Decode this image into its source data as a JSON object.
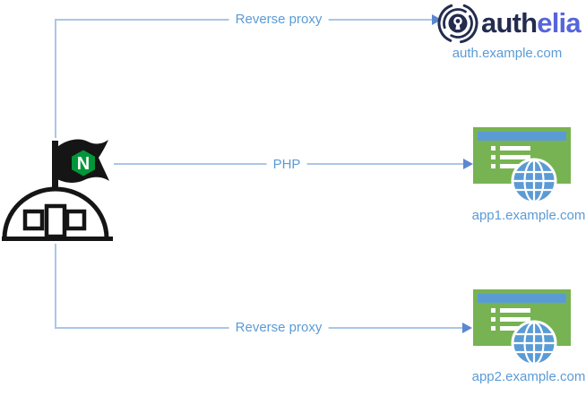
{
  "colors": {
    "connector_line": "#aac6e8",
    "arrowhead": "#5b87d0",
    "label_text": "#5b9bd5",
    "domain_text": "#5b9bd5",
    "app_green": "#77b352",
    "app_titlebar_blue": "#5b9bd5",
    "globe_blue": "#5b9bd5",
    "nginx_green": "#009639",
    "icon_black": "#151515",
    "authelia_dark": "#232c4f",
    "authelia_light": "#5665d9"
  },
  "connections": {
    "auth": {
      "label": "Reverse proxy"
    },
    "app1": {
      "label": "PHP"
    },
    "app2": {
      "label": "Reverse proxy"
    }
  },
  "nodes": {
    "nginx": {
      "logo_letter": "N"
    },
    "authelia": {
      "wordmark_dark": "auth",
      "wordmark_light": "elia",
      "domain": "auth.example.com"
    },
    "app1": {
      "domain": "app1.example.com"
    },
    "app2": {
      "domain": "app2.example.com"
    }
  }
}
